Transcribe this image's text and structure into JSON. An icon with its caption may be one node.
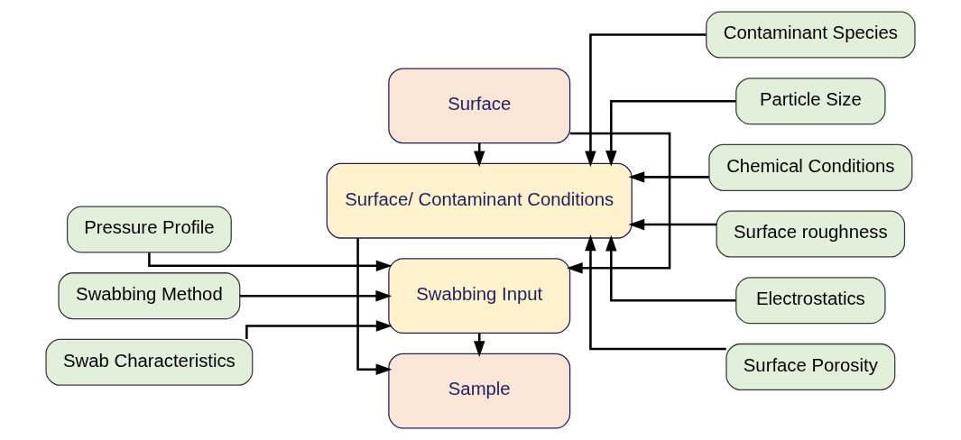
{
  "diagram": {
    "nodes": [
      {
        "text": [
          "Pressure Profile"
        ]
      },
      {
        "text": [
          "Swabbing Method"
        ]
      },
      {
        "text": [
          "Swab Characteristics"
        ]
      },
      {
        "text": [
          "Surface"
        ]
      },
      {
        "text": [
          "Swabbing Input"
        ]
      },
      {
        "text": [
          "Surface/ Contaminant Conditions"
        ]
      },
      {
        "text": [
          "Sample"
        ]
      },
      {
        "text": [
          "Contaminant Species"
        ]
      },
      {
        "text": [
          "Particle Size"
        ]
      },
      {
        "text": [
          "Chemical Conditions"
        ]
      },
      {
        "text": [
          "Surface roughness"
        ]
      },
      {
        "text": [
          "Electrostatics"
        ]
      },
      {
        "text": [
          "Surface Porosity"
        ]
      }
    ],
    "edges": [
      {
        "from": 3,
        "to": 4,
        "arrow": "to"
      },
      {
        "from": 3,
        "to": 5,
        "arrow": "to"
      },
      {
        "from": 4,
        "to": 6,
        "arrow": "to"
      },
      {
        "from": 5,
        "to": 6,
        "arrow": "to"
      },
      {
        "from": 0,
        "to": 4,
        "arrow": "to"
      },
      {
        "from": 1,
        "to": 4,
        "arrow": "to"
      },
      {
        "from": 2,
        "to": 4,
        "arrow": "to"
      },
      {
        "from": 7,
        "to": 5,
        "arrow": "to"
      },
      {
        "from": 8,
        "to": 5,
        "arrow": "to"
      },
      {
        "from": 9,
        "to": 5,
        "arrow": "to"
      },
      {
        "from": 10,
        "to": 5,
        "arrow": "to"
      },
      {
        "from": 11,
        "to": 5,
        "arrow": "to"
      },
      {
        "from": 12,
        "to": 5,
        "arrow": "to"
      }
    ]
  }
}
